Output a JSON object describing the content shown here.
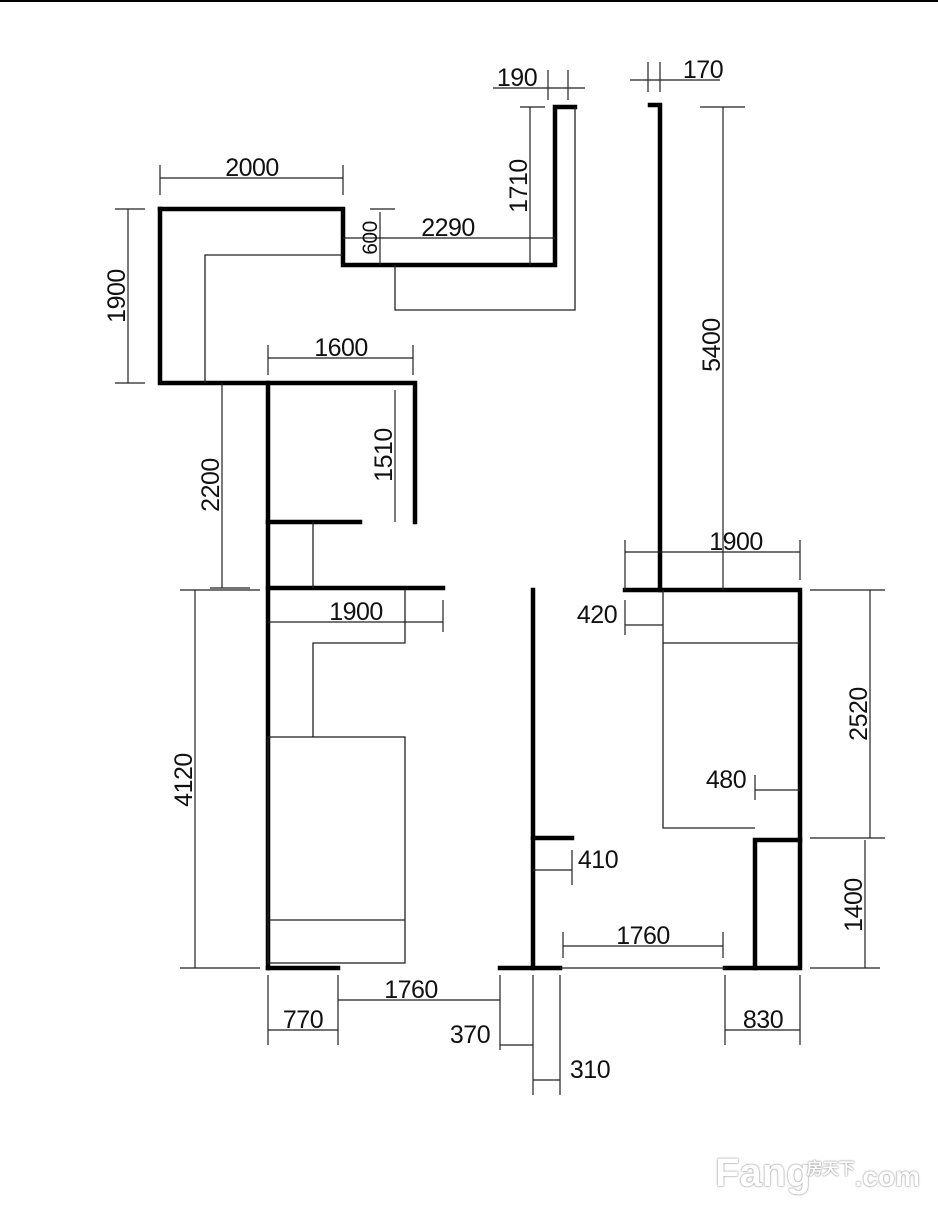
{
  "title": "Floor plan with dimensions (mm)",
  "dimensions": {
    "top_small_left": "190",
    "top_small_right": "170",
    "top_width_left": "2000",
    "upper_vertical": "1710",
    "step_height": "600",
    "upper_width": "2290",
    "left_height": "1900",
    "right_corridor_height": "5400",
    "middle_width": "1600",
    "middle_height": "1510",
    "left_gap": "2200",
    "lower_left_width": "1900",
    "right_room_width": "1900",
    "right_offset": "420",
    "right_room_height": "2520",
    "right_inner_width": "480",
    "right_lower_height": "1400",
    "left_room_height": "4120",
    "center_stub": "410",
    "bottom_right_opening": "1760",
    "bottom_left_opening": "1760",
    "bottom_left_wall": "770",
    "bottom_mid_wall": "370",
    "bottom_center_wall": "310",
    "bottom_right_wall": "830"
  },
  "watermark": {
    "brand": "Fang",
    "suffix": ".com",
    "cn": "房天下"
  }
}
